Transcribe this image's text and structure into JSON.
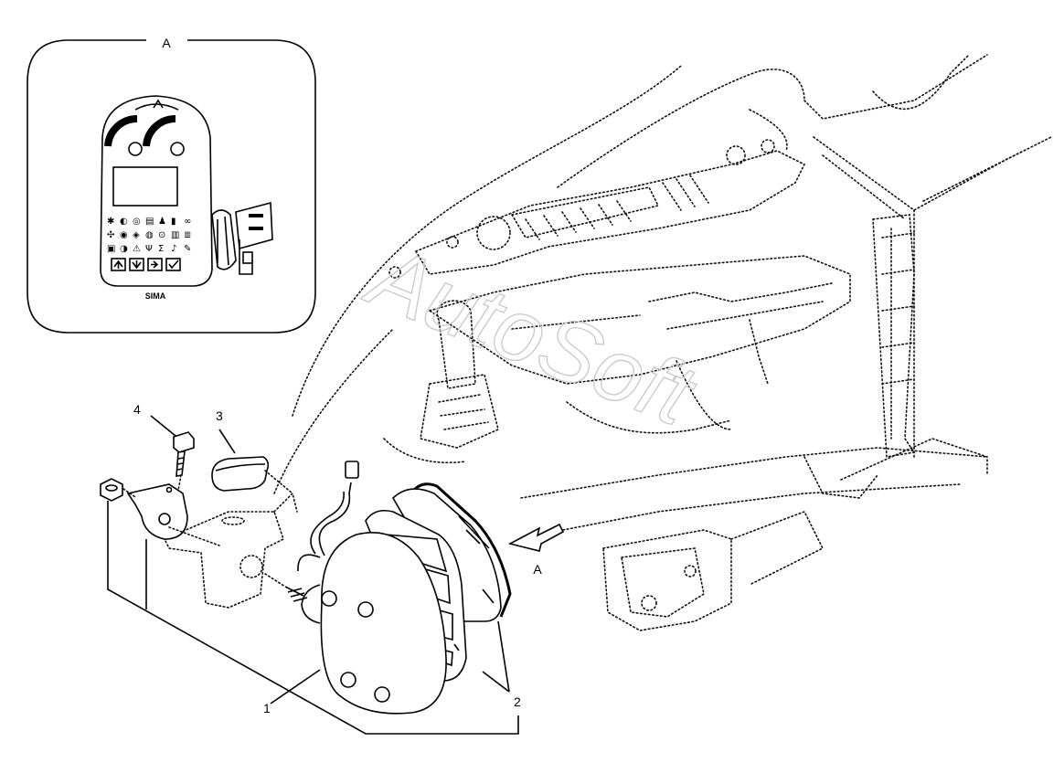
{
  "detail_view": {
    "title": "A",
    "brand": "SIMA"
  },
  "view_arrow": {
    "label": "A"
  },
  "callouts": [
    {
      "id": "callout-1",
      "text": "1"
    },
    {
      "id": "callout-2",
      "text": "2"
    },
    {
      "id": "callout-3",
      "text": "3"
    },
    {
      "id": "callout-4",
      "text": "4"
    }
  ],
  "watermark": "AutoSoft"
}
